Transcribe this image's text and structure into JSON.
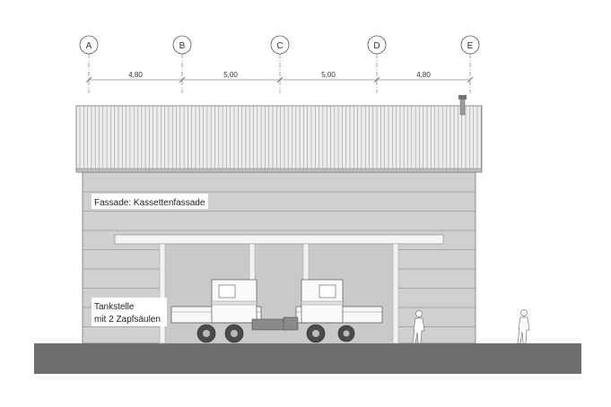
{
  "axes": [
    {
      "label": "A"
    },
    {
      "label": "B"
    },
    {
      "label": "C"
    },
    {
      "label": "D"
    },
    {
      "label": "E"
    }
  ],
  "dimensions": [
    "4,80",
    "5,00",
    "5,00",
    "4,80"
  ],
  "labels": {
    "facade": "Fassade: Kassettenfassade",
    "station_line1": "Tankstelle",
    "station_line2": "mit 2 Zapfsäulen"
  },
  "colors": {
    "ground": "#6e6e6e",
    "wall": "#d0d0d0",
    "roof": "#ececec",
    "line": "#555555"
  }
}
